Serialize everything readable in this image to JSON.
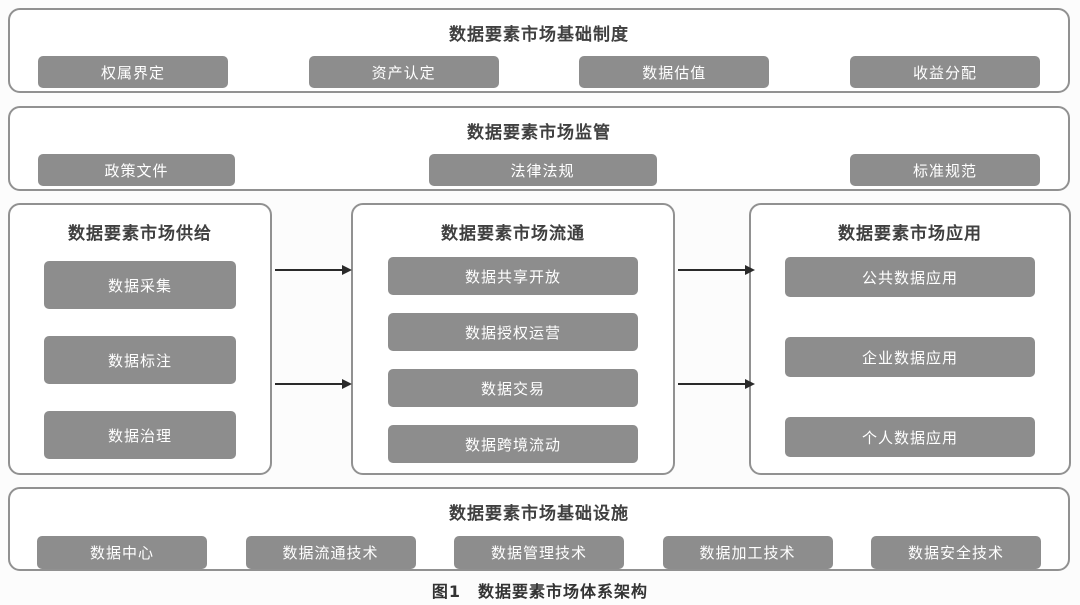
{
  "sections": {
    "basic_system": {
      "title": "数据要素市场基础制度",
      "items": [
        "权属界定",
        "资产认定",
        "数据估值",
        "收益分配"
      ]
    },
    "supervision": {
      "title": "数据要素市场监管",
      "items": [
        "政策文件",
        "法律法规",
        "标准规范"
      ]
    },
    "supply": {
      "title": "数据要素市场供给",
      "items": [
        "数据采集",
        "数据标注",
        "数据治理"
      ]
    },
    "circulation": {
      "title": "数据要素市场流通",
      "items": [
        "数据共享开放",
        "数据授权运营",
        "数据交易",
        "数据跨境流动"
      ]
    },
    "application": {
      "title": "数据要素市场应用",
      "items": [
        "公共数据应用",
        "企业数据应用",
        "个人数据应用"
      ]
    },
    "infrastructure": {
      "title": "数据要素市场基础设施",
      "items": [
        "数据中心",
        "数据流通技术",
        "数据管理技术",
        "数据加工技术",
        "数据安全技术"
      ]
    }
  },
  "caption": "图1　数据要素市场体系架构",
  "colors": {
    "node_bg": "#8d8d8d",
    "node_text": "#ffffff",
    "panel_border": "#919191",
    "title_text": "#404040"
  }
}
